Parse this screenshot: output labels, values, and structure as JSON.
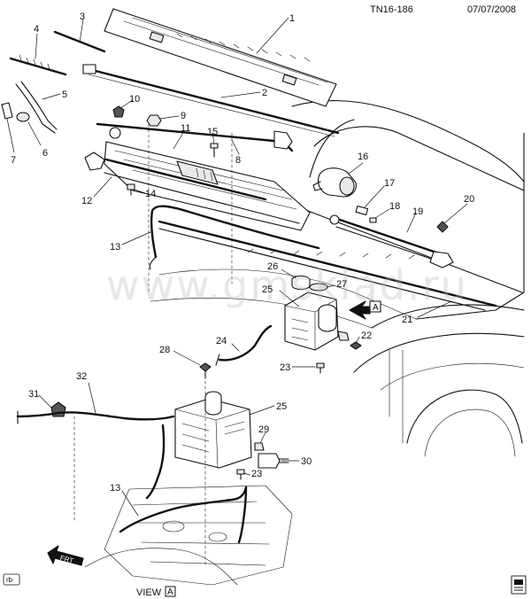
{
  "header": {
    "code": "TN16-186",
    "date": "07/07/2008"
  },
  "watermark": "www.gmsklad.ru",
  "view_label": {
    "text": "VIEW",
    "letter": "A"
  },
  "arrow_label": "A",
  "front_label": "FRT",
  "corner_tag": "rb",
  "callouts": [
    "1",
    "2",
    "3",
    "4",
    "5",
    "6",
    "7",
    "8",
    "9",
    "10",
    "11",
    "12",
    "13",
    "14",
    "15",
    "16",
    "17",
    "18",
    "19",
    "20",
    "21",
    "22",
    "23",
    "24",
    "25",
    "26",
    "27",
    "28",
    "29",
    "30",
    "31",
    "32",
    "13",
    "23",
    "25"
  ]
}
